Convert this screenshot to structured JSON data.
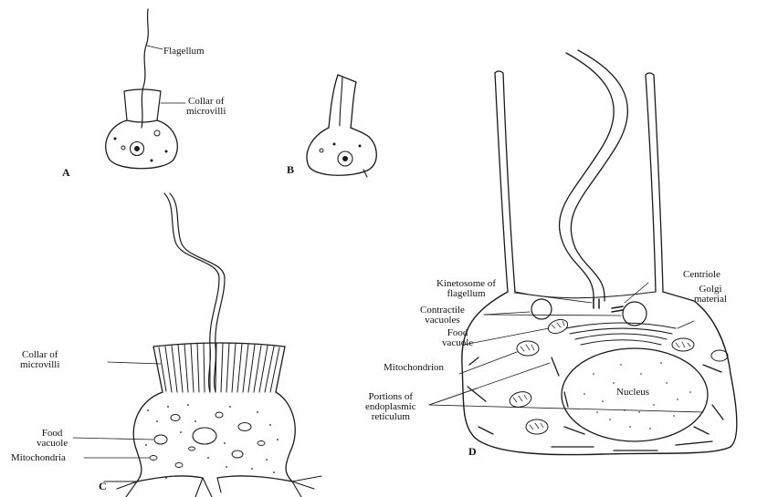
{
  "colors": {
    "ink": "#1a1a1a",
    "background": "#ffffff"
  },
  "panels": {
    "a": {
      "letter": "A",
      "labels": {
        "flagellum": "Flagellum",
        "collar_line1": "Collar of",
        "collar_line2": "microvilli"
      }
    },
    "b": {
      "letter": "B"
    },
    "c": {
      "letter": "C",
      "labels": {
        "collar_line1": "Collar of",
        "collar_line2": "microvilli",
        "food_line1": "Food",
        "food_line2": "vacuole",
        "mitochondria": "Mitochondria"
      }
    },
    "d": {
      "letter": "D",
      "labels": {
        "kinetosome_line1": "Kinetosome of",
        "kinetosome_line2": "flagellum",
        "centriole": "Centriole",
        "golgi_line1": "Golgi",
        "golgi_line2": "material",
        "contractile_line1": "Contractile",
        "contractile_line2": "vacuoles",
        "food_line1": "Food",
        "food_line2": "vacuole",
        "mitochondrion": "Mitochondrion",
        "nucleus": "Nucleus",
        "portions_line1": "Portions of",
        "portions_line2": "endoplasmic",
        "portions_line3": "reticulum"
      }
    }
  }
}
